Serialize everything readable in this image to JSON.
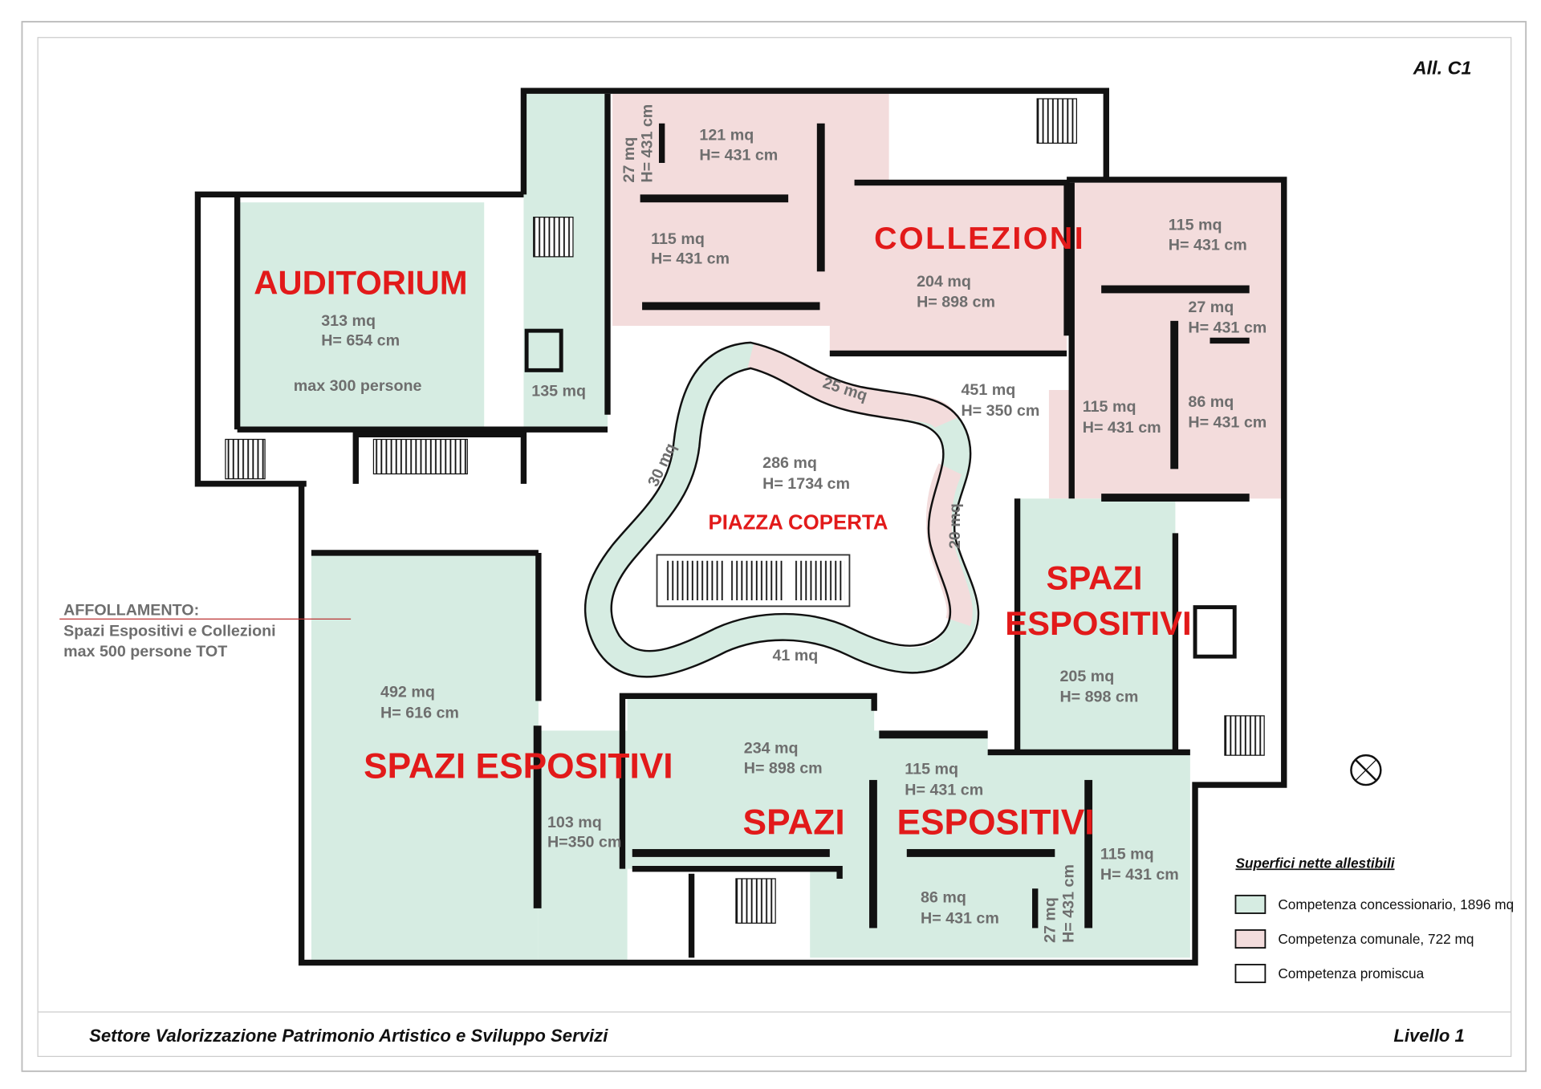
{
  "header": {
    "sheet_code": "All. C1"
  },
  "footer": {
    "department": "Settore Valorizzazione Patrimonio Artistico e Sviluppo Servizi",
    "level": "Livello 1"
  },
  "colors": {
    "concessionario": "#d6ece2",
    "comunale": "#f3dcdc",
    "promiscua": "#ffffff",
    "title_red": "#e21a1a"
  },
  "rooms": {
    "auditorium": {
      "title": "AUDITORIUM",
      "area": "313 mq",
      "height": "H= 654 cm",
      "capacity": "max 300 persone"
    },
    "collezioni": {
      "title": "COLLEZIONI"
    },
    "piazza": {
      "title": "PIAZZA COPERTA",
      "area": "286 mq",
      "height": "H= 1734 cm"
    },
    "spazi_left": {
      "title": "SPAZI  ESPOSITIVI",
      "area": "492 mq",
      "height": "H= 616 cm"
    },
    "spazi_bottom": {
      "title_a": "SPAZI",
      "title_b": "ESPOSITIVI"
    },
    "spazi_right": {
      "title_a": "SPAZI",
      "title_b": "ESPOSITIVI",
      "area": "205 mq",
      "height": "H= 898 cm"
    }
  },
  "labels": {
    "c121": {
      "area": "121 mq",
      "height": "H= 431 cm"
    },
    "c27v": {
      "area": "27 mq",
      "height": "H= 431 cm"
    },
    "c115a": {
      "area": "115 mq",
      "height": "H= 431 cm"
    },
    "c204": {
      "area": "204 mq",
      "height": "H= 898 cm"
    },
    "r115a": {
      "area": "115 mq",
      "height": "H= 431 cm"
    },
    "r27": {
      "area": "27 mq",
      "height": "H= 431 cm"
    },
    "r115b": {
      "area": "115 mq",
      "height": "H= 431 cm"
    },
    "r86": {
      "area": "86 mq",
      "height": "H= 431 cm"
    },
    "hall451": {
      "area": "451 mq",
      "height": "H= 350 cm"
    },
    "s135": {
      "area": "135 mq"
    },
    "ring25": {
      "area": "25 mq"
    },
    "ring30": {
      "area": "30 mq"
    },
    "ring20": {
      "area": "20 mq"
    },
    "ring41": {
      "area": "41 mq"
    },
    "b234": {
      "area": "234 mq",
      "height": "H= 898 cm"
    },
    "b103": {
      "area": "103 mq",
      "height": "H=350 cm"
    },
    "b115a": {
      "area": "115 mq",
      "height": "H= 431 cm"
    },
    "b115b": {
      "area": "115 mq",
      "height": "H= 431 cm"
    },
    "b86": {
      "area": "86 mq",
      "height": "H= 431 cm"
    },
    "b27v": {
      "area": "27 mq",
      "height": "H= 431 cm"
    }
  },
  "affollamento": {
    "title": "AFFOLLAMENTO:",
    "line1": "Spazi Espositivi e Collezioni",
    "line2": "max 500 persone TOT"
  },
  "legend": {
    "title": "Superfici nette allestibili",
    "items": [
      {
        "label": "Competenza concessionario, 1896 mq",
        "color": "#d6ece2"
      },
      {
        "label": "Competenza comunale, 722 mq",
        "color": "#f3dcdc"
      },
      {
        "label": "Competenza promiscua",
        "color": "#ffffff"
      }
    ]
  },
  "compass": {
    "icon": "north-arrow-icon"
  }
}
